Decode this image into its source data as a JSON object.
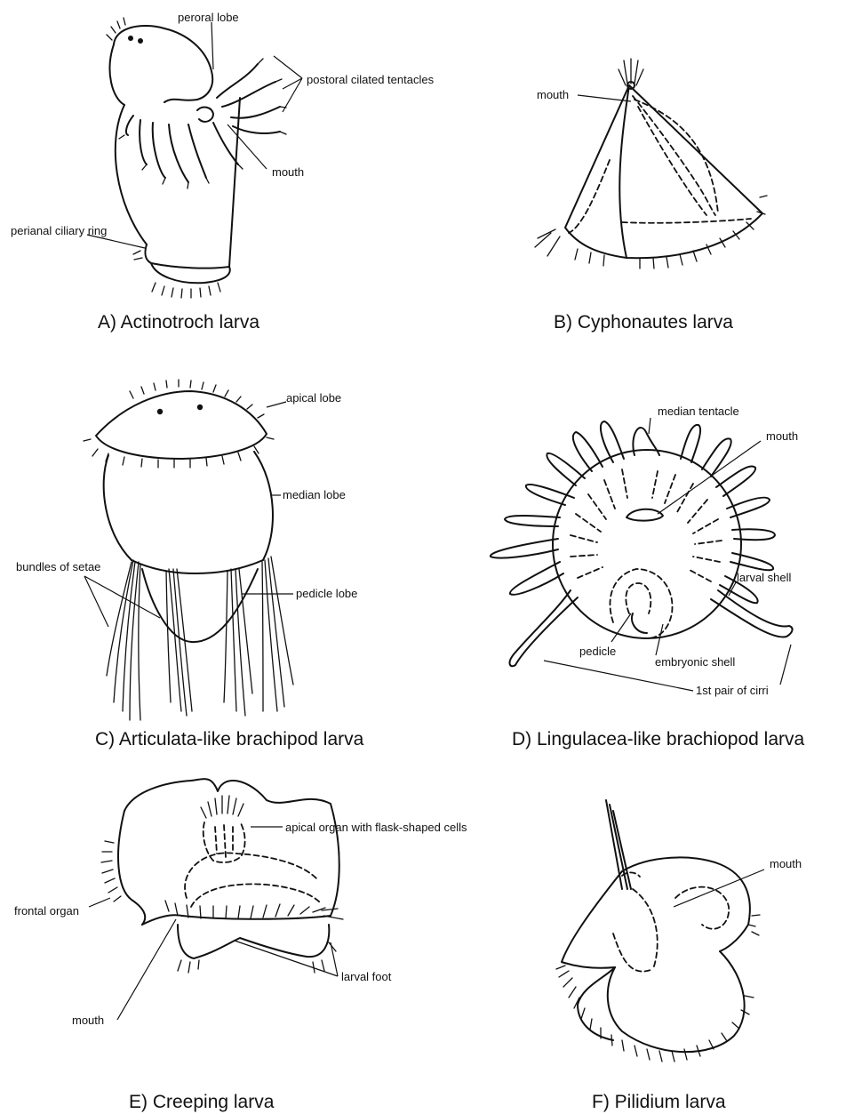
{
  "panels": {
    "a": {
      "caption": "A) Actinotroch larva",
      "labels": {
        "peroral_lobe": "peroral lobe",
        "postoral_tentacles": "postoral cilated tentacles",
        "mouth": "mouth",
        "perianal_ring": "perianal ciliary ring"
      }
    },
    "b": {
      "caption": "B) Cyphonautes larva",
      "labels": {
        "mouth": "mouth"
      }
    },
    "c": {
      "caption": "C) Articulata-like brachipod larva",
      "labels": {
        "apical_lobe": "apical lobe",
        "median_lobe": "median lobe",
        "bundles_of_setae": "bundles of setae",
        "pedicle_lobe": "pedicle lobe"
      }
    },
    "d": {
      "caption": "D) Lingulacea-like brachiopod larva",
      "labels": {
        "median_tentacle": "median tentacle",
        "mouth": "mouth",
        "larval_shell": "larval shell",
        "pedicle": "pedicle",
        "embryonic_shell": "embryonic shell",
        "first_pair_of_cirri": "1st pair of cirri"
      }
    },
    "e": {
      "caption": "E) Creeping larva",
      "labels": {
        "apical_organ": "apical organ with flask-shaped cells",
        "frontal_organ": "frontal organ",
        "mouth": "mouth",
        "larval_foot": "larval foot"
      }
    },
    "f": {
      "caption": "F) Pilidium larva",
      "labels": {
        "mouth": "mouth"
      }
    }
  }
}
